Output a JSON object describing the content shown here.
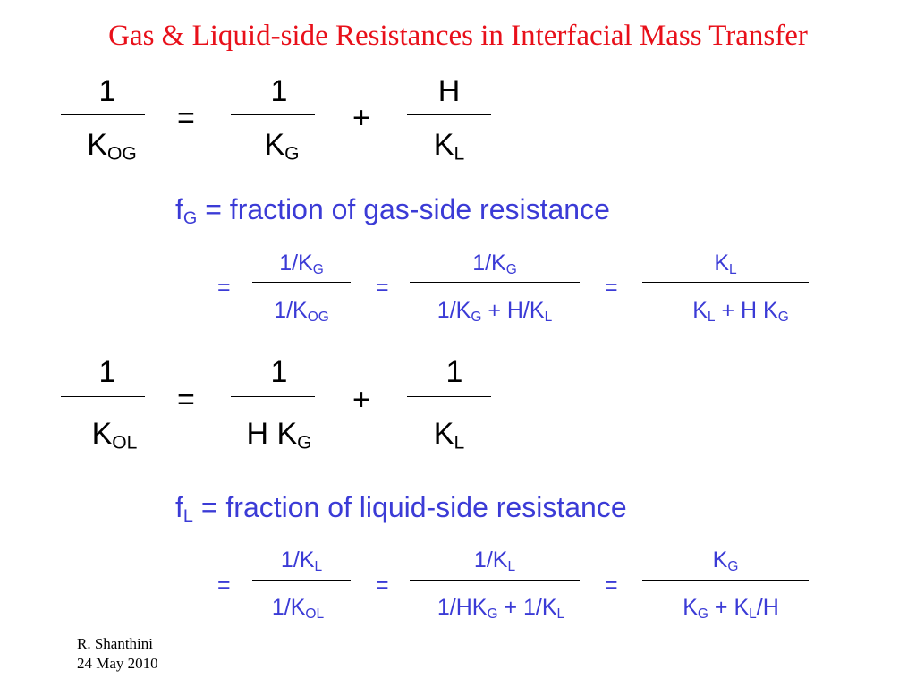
{
  "title": "Gas & Liquid-side Resistances in Interfacial Mass Transfer",
  "eq1": {
    "lhs_num": "1",
    "lhs_den": "K",
    "lhs_den_sub": "OG",
    "eq": "=",
    "t1_num": "1",
    "t1_den": "K",
    "t1_den_sub": "G",
    "plus": "+",
    "t2_num": "H",
    "t2_den": "K",
    "t2_den_sub": "L"
  },
  "fg": {
    "label": "f",
    "label_sub": "G",
    "text": " = fraction of gas-side resistance",
    "eq_a": "=",
    "a_num": "1/K",
    "a_num_sub": "G",
    "a_den": "1/K",
    "a_den_sub": "OG",
    "eq_b": "=",
    "b_num": "1/K",
    "b_num_sub": "G",
    "b_den_1": "1/K",
    "b_den_1_sub": "G",
    "b_den_2": " + H/K",
    "b_den_2_sub": "L",
    "eq_c": "=",
    "c_num": "K",
    "c_num_sub": "L",
    "c_den_1": "K",
    "c_den_1_sub": "L",
    "c_den_2": " + H K",
    "c_den_2_sub": "G"
  },
  "eq2": {
    "lhs_num": "1",
    "lhs_den": "K",
    "lhs_den_sub": "OL",
    "eq": "=",
    "t1_num": "1",
    "t1_den": "H K",
    "t1_den_sub": "G",
    "plus": "+",
    "t2_num": "1",
    "t2_den": "K",
    "t2_den_sub": "L"
  },
  "fl": {
    "label": "f",
    "label_sub": "L",
    "text": " = fraction of liquid-side resistance",
    "eq_a": "=",
    "a_num": "1/K",
    "a_num_sub": "L",
    "a_den": "1/K",
    "a_den_sub": "OL",
    "eq_b": "=",
    "b_num": "1/K",
    "b_num_sub": "L",
    "b_den_1": "1/HK",
    "b_den_1_sub": "G",
    "b_den_2": " + 1/K",
    "b_den_2_sub": "L",
    "eq_c": "=",
    "c_num": "K",
    "c_num_sub": "G",
    "c_den_1": "K",
    "c_den_1_sub": "G",
    "c_den_2": " + K",
    "c_den_2_sub": "L",
    "c_den_3": "/H"
  },
  "footer": {
    "author": "R. Shanthini",
    "date": "24 May 2010"
  },
  "colors": {
    "title": "#e8101a",
    "blue": "#3b3bd6",
    "black": "#000000"
  }
}
